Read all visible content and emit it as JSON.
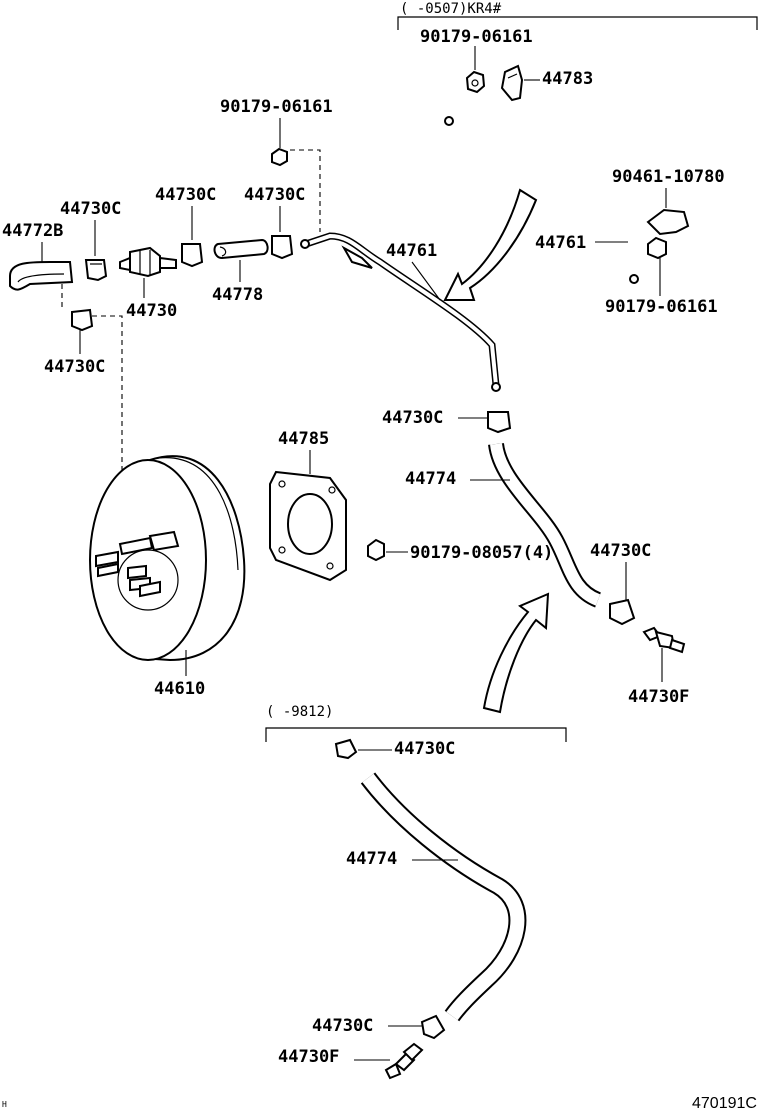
{
  "labels": {
    "kr4_range": "(      -0507)KR4#",
    "nut_top": "90179-06161",
    "clamp_top": "44783",
    "nut_mid": "90179-06161",
    "clamp_right": "90461-10780",
    "tube_right": "44761",
    "nut_right": "90179-06161",
    "clip_a": "44730C",
    "clip_b": "44730C",
    "clip_c": "44730C",
    "hose_left": "44772B",
    "valve": "44730",
    "hose_short": "44778",
    "clip_d": "44730C",
    "tube_center": "44761",
    "clip_e": "44730C",
    "gasket": "44785",
    "hose_mid": "44774",
    "nut_gasket": "90179-08057(4)",
    "clip_f": "44730C",
    "check_valve": "44730F",
    "booster": "44610",
    "range_9812": "(      -9812)",
    "clip_g": "44730C",
    "hose_bottom": "44774",
    "clip_h": "44730C",
    "check_valve_bottom": "44730F",
    "corner_mark": "H",
    "figure_code": "470191C"
  }
}
